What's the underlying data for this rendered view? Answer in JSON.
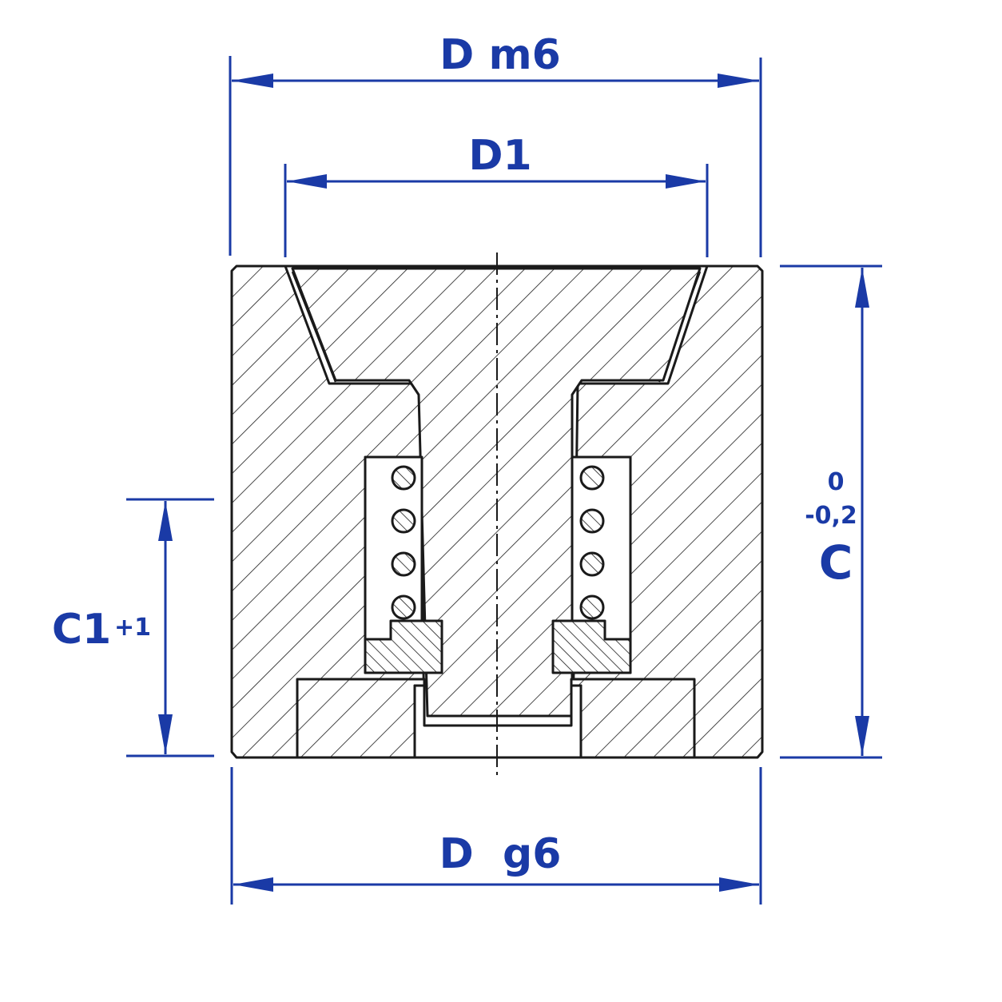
{
  "drawing": {
    "colors": {
      "dimension": "#1a3aa6",
      "outline": "#1a1a1a",
      "background": "#ffffff"
    },
    "dimensions": {
      "top_outer": {
        "label": "D m6"
      },
      "top_inner": {
        "label": "D1"
      },
      "bottom_outer": {
        "label": "D  g6"
      },
      "right_height": {
        "label": "C",
        "tol_upper": "0",
        "tol_lower": "-0,2"
      },
      "left_height": {
        "label": "C1",
        "tol": "+1"
      }
    }
  }
}
